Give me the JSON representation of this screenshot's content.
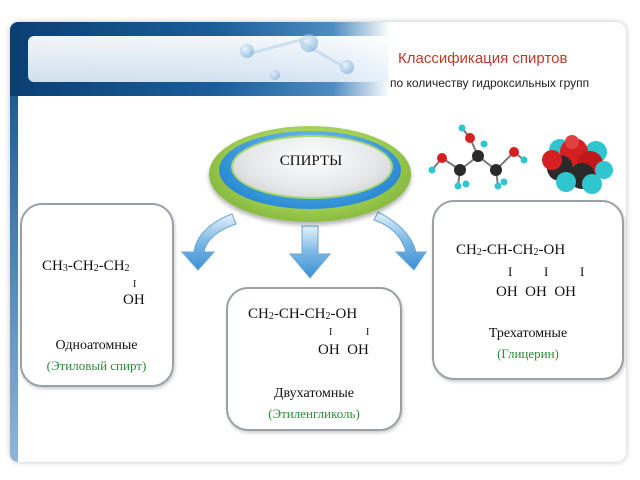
{
  "slide": {
    "title": "Классификация спиртов",
    "subtitle": "по количеству гидроксильных групп",
    "center_label": "СПИРТЫ"
  },
  "left": {
    "formula_parts": [
      "CH",
      "3",
      "-CH",
      "2",
      "-CH",
      "2"
    ],
    "bar": "I",
    "oh": "OH",
    "type": "Одноатомные",
    "example": "(Этиловый спирт)"
  },
  "center": {
    "formula_parts": [
      "CH",
      "2",
      "-CH-CH",
      "2",
      "-OH"
    ],
    "bar1": "I",
    "bar2": "I",
    "oh": "OH  OH",
    "type": "Двухатомные",
    "example": "(Этиленгликоль)"
  },
  "right": {
    "formula_parts": [
      "CH",
      "2",
      "-CH-CH",
      "2",
      "-OH"
    ],
    "bars": [
      "I",
      "I",
      "I"
    ],
    "oh": "OH  OH  OH",
    "type": "Трехатомные",
    "example": "(Глицерин)"
  },
  "colors": {
    "title": "#c0392b",
    "example_text": "#2e8b3a",
    "arrow": "#3a8fd1",
    "ellipse_ring": "#9ccc4f"
  }
}
